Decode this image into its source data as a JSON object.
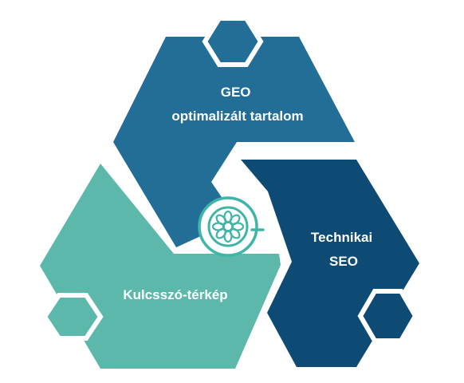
{
  "diagram": {
    "segments": [
      {
        "id": "geo",
        "lines": [
          "GEO",
          "optimalizált tartalom"
        ],
        "color": "#236e97"
      },
      {
        "id": "technikai",
        "lines": [
          "Technikai",
          "SEO"
        ],
        "color": "#0d4a74"
      },
      {
        "id": "kulcsszo",
        "lines": [
          "Kulcsszó-térkép"
        ],
        "color": "#5cb8ab"
      }
    ],
    "center_icon": {
      "name": "flower-gear-icon",
      "color": "#3fb5a8"
    }
  }
}
